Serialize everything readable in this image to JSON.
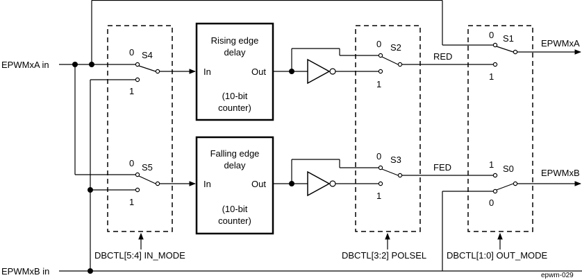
{
  "inputs": {
    "a": "EPWMxA in",
    "b": "EPWMxB in"
  },
  "outputs": {
    "a": "EPWMxA",
    "b": "EPWMxB"
  },
  "rising_block": {
    "line1": "Rising edge",
    "line2": "delay",
    "in": "In",
    "out": "Out",
    "line3": "(10-bit",
    "line4": "counter)"
  },
  "falling_block": {
    "line1": "Falling edge",
    "line2": "delay",
    "in": "In",
    "out": "Out",
    "line3": "(10-bit",
    "line4": "counter)"
  },
  "switches": {
    "s4": {
      "name": "S4",
      "top": "0",
      "bottom": "1"
    },
    "s5": {
      "name": "S5",
      "top": "0",
      "bottom": "1"
    },
    "s2": {
      "name": "S2",
      "top": "0",
      "bottom": "1"
    },
    "s3": {
      "name": "S3",
      "top": "0",
      "bottom": "1"
    },
    "s1": {
      "name": "S1",
      "top": "0",
      "bottom": "1"
    },
    "s0": {
      "name": "S0",
      "top": "1",
      "bottom": "0"
    }
  },
  "signals": {
    "red": "RED",
    "fed": "FED"
  },
  "controls": {
    "in_mode": "DBCTL[5:4] IN_MODE",
    "polsel": "DBCTL[3:2] POLSEL",
    "out_mode": "DBCTL[1:0] OUT_MODE"
  },
  "figure_id": "epwm-029"
}
